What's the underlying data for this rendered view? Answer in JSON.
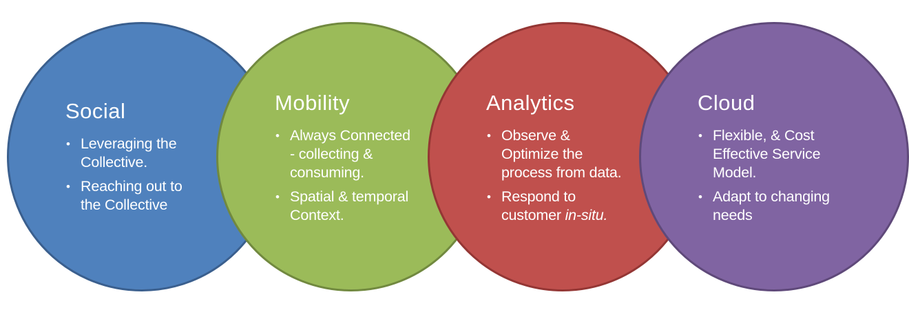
{
  "diagram": {
    "background": "#ffffff",
    "text_color": "#ffffff",
    "bullet_char": "•",
    "circles": [
      {
        "name": "social",
        "title": "Social",
        "fill": "#4f81bd",
        "border": "#3a5f8e",
        "bullets": [
          {
            "lines": [
              "Leveraging the",
              "Collective."
            ]
          },
          {
            "lines": [
              "Reaching out to",
              "the Collective"
            ]
          }
        ]
      },
      {
        "name": "mobility",
        "title": "Mobility",
        "fill": "#9bbb59",
        "border": "#71893f",
        "bullets": [
          {
            "lines": [
              "Always Connected",
              "- collecting &",
              "consuming."
            ]
          },
          {
            "lines": [
              "Spatial & temporal",
              "Context."
            ]
          }
        ]
      },
      {
        "name": "analytics",
        "title": "Analytics",
        "fill": "#c0504d",
        "border": "#943634",
        "bullets": [
          {
            "lines": [
              "Observe &",
              "Optimize the",
              "process from data."
            ]
          },
          {
            "lines": [
              "Respond to"
            ],
            "tail_text": "customer ",
            "tail_italic": "in-situ."
          }
        ]
      },
      {
        "name": "cloud",
        "title": "Cloud",
        "fill": "#8064a2",
        "border": "#5f497a",
        "bullets": [
          {
            "lines": [
              "Flexible, & Cost",
              "Effective Service",
              "Model."
            ]
          },
          {
            "lines": [
              "Adapt to changing",
              "needs"
            ]
          }
        ]
      }
    ]
  }
}
